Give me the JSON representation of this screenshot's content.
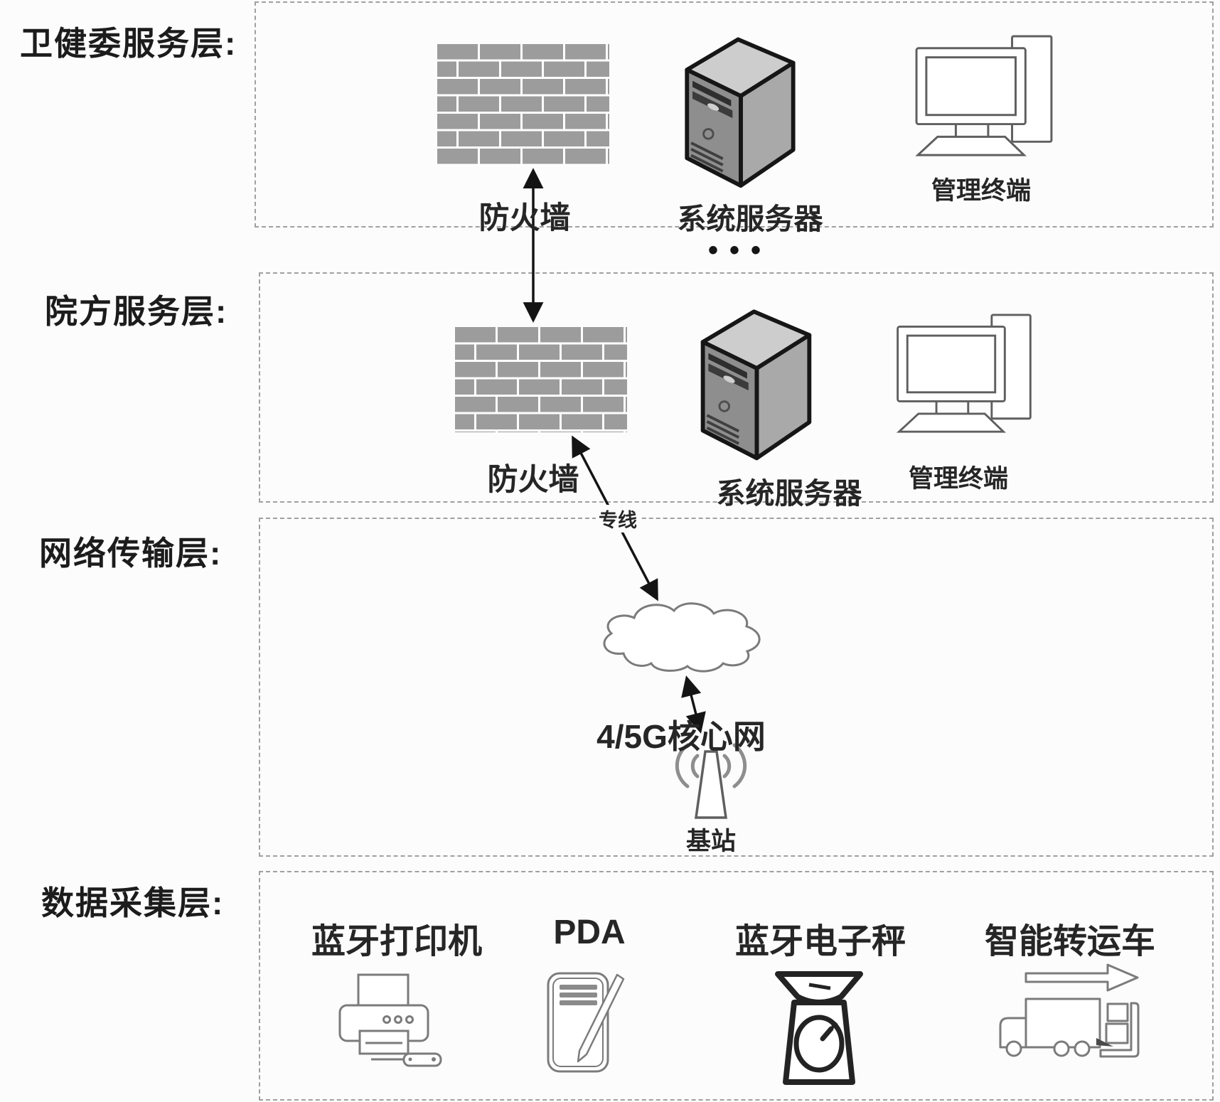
{
  "colors": {
    "brick": "#9c9c9c",
    "arrow": "#141414",
    "icon_outline_gray": "#7b7b7b",
    "icon_outline_dark": "#232323",
    "text": "#242424"
  },
  "layers": {
    "l1": {
      "title": "卫健委服务层:",
      "firewall": "防火墙",
      "server": "系统服务器",
      "terminal": "管理终端"
    },
    "l2": {
      "title": "院方服务层:",
      "firewall": "防火墙",
      "server": "系统服务器",
      "terminal": "管理终端"
    },
    "l3": {
      "title": "网络传输层:",
      "line_link": "专线",
      "core_network": "4/5G核心网",
      "base_station": "基站"
    },
    "l4": {
      "title": "数据采集层:",
      "printer": "蓝牙打印机",
      "pda": "PDA",
      "scale": "蓝牙电子秤",
      "truck": "智能转运车"
    }
  },
  "ellipsis": "•••"
}
